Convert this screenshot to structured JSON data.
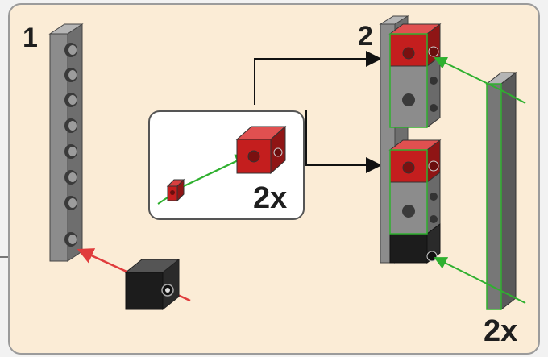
{
  "steps": {
    "step1": {
      "number": "1"
    },
    "step2": {
      "number": "2"
    }
  },
  "callout": {
    "quantity": "2x"
  },
  "step2_quantity": "2x",
  "colors": {
    "panel_bg": "#fbecd6",
    "gray_part": "#8c8c8c",
    "red_part": "#c41e1e",
    "black_part": "#1c1c1c",
    "green_arrow": "#2fb02f",
    "red_arrow": "#e03c3c"
  },
  "icons": [
    "technic-beam-gray",
    "red-cube-connector",
    "black-cube-connector",
    "red-axle-pin",
    "gray-beam-2x"
  ]
}
